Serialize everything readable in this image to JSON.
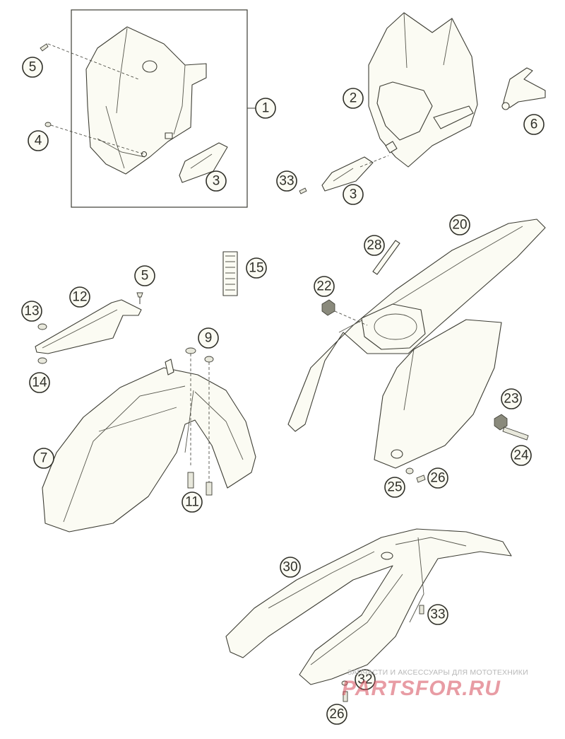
{
  "callouts": [
    {
      "id": "c1",
      "label": "1"
    },
    {
      "id": "c2",
      "label": "2"
    },
    {
      "id": "c3a",
      "label": "3"
    },
    {
      "id": "c3b",
      "label": "3"
    },
    {
      "id": "c4",
      "label": "4"
    },
    {
      "id": "c5a",
      "label": "5"
    },
    {
      "id": "c5b",
      "label": "5"
    },
    {
      "id": "c6",
      "label": "6"
    },
    {
      "id": "c7",
      "label": "7"
    },
    {
      "id": "c9",
      "label": "9"
    },
    {
      "id": "c11",
      "label": "11"
    },
    {
      "id": "c12",
      "label": "12"
    },
    {
      "id": "c13",
      "label": "13"
    },
    {
      "id": "c14",
      "label": "14"
    },
    {
      "id": "c15",
      "label": "15"
    },
    {
      "id": "c20",
      "label": "20"
    },
    {
      "id": "c22",
      "label": "22"
    },
    {
      "id": "c23",
      "label": "23"
    },
    {
      "id": "c24",
      "label": "24"
    },
    {
      "id": "c25",
      "label": "25"
    },
    {
      "id": "c26a",
      "label": "26"
    },
    {
      "id": "c26b",
      "label": "26"
    },
    {
      "id": "c28",
      "label": "28"
    },
    {
      "id": "c30",
      "label": "30"
    },
    {
      "id": "c32",
      "label": "32"
    },
    {
      "id": "c33a",
      "label": "33"
    },
    {
      "id": "c33b",
      "label": "33"
    }
  ],
  "watermark": {
    "tagline": "ЗАПЧАСТИ И АКСЕССУАРЫ ДЛЯ МОТОТЕХНИКИ",
    "logo": "PARTSFOR.RU"
  },
  "colors": {
    "line": "#3d3d34",
    "part_fill": "#fbfbf3",
    "watermark_logo": "#d64a5a"
  }
}
